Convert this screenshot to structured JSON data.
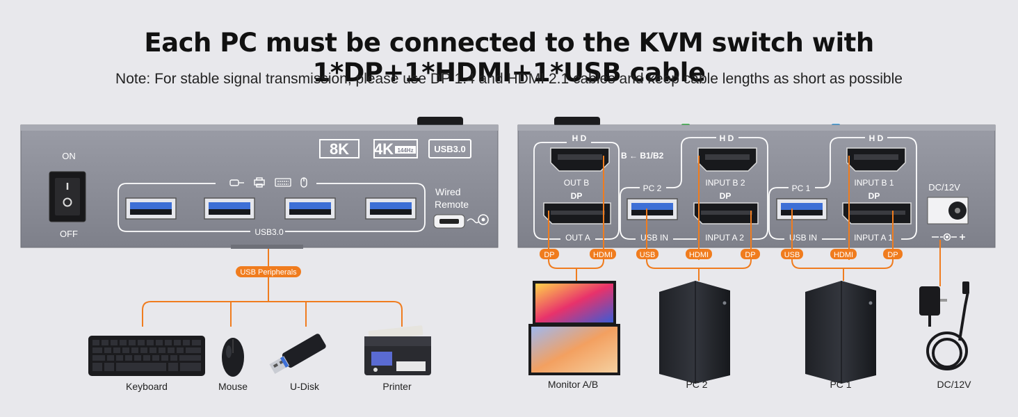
{
  "headline": "Each PC must be connected to the KVM switch with 1*DP+1*HDMI+1*USB cable",
  "note": "Note: For stable signal transmission, please use DP 1.4 and HDMI 2.1 cables and keep cable lengths as short as possible",
  "colors": {
    "accent": "#f07c1e",
    "panel": "#8c8e98",
    "background": "#e8e8ec",
    "usb_blue": "#3d6fd6"
  },
  "left_panel": {
    "power_on": "ON",
    "power_off": "OFF",
    "badge_8k": "8K",
    "badge_4k": "4K",
    "badge_4k_sub": "144Hz",
    "badge_usb": "USB3.0",
    "usb_group_label": "USB3.0",
    "wired_line1": "Wired",
    "wired_line2": "Remote",
    "peripherals_tag": "USB Peripherals",
    "icons": [
      "usb-cable-icon",
      "printer-icon",
      "keyboard-icon",
      "mouse-icon"
    ]
  },
  "right_panel": {
    "hd": "H D",
    "dp": "DP",
    "out_b": "OUT B",
    "out_a": "OUT A",
    "b_arrow": "B ← B1/B2",
    "pc2": "PC 2",
    "pc1": "PC 1",
    "input_b2": "INPUT B 2",
    "input_b1": "INPUT B 1",
    "input_a2": "INPUT A 2",
    "input_a1": "INPUT A 1",
    "usb_in": "USB  IN",
    "dc": "DC/12V"
  },
  "tags": {
    "dp": "DP",
    "hdmi": "HDMI",
    "usb": "USB"
  },
  "devices": {
    "keyboard": "Keyboard",
    "mouse": "Mouse",
    "udisk": "U-Disk",
    "printer": "Printer",
    "monitor": "Monitor A/B",
    "pc2": "PC 2",
    "pc1": "PC 1",
    "adapter": "DC/12V"
  }
}
